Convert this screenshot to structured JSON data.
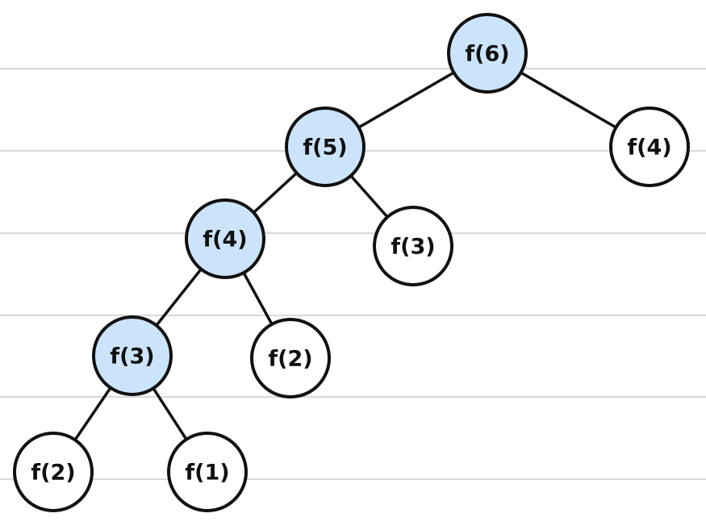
{
  "palette": {
    "highlight_fill": "#cce4fb",
    "plain_fill": "#ffffff",
    "stroke": "#111111",
    "ruled_line": "#d9d9d9"
  },
  "tree": {
    "nodes": [
      {
        "id": "n1",
        "label": "f(6)",
        "highlighted": true
      },
      {
        "id": "n2",
        "label": "f(5)",
        "highlighted": true
      },
      {
        "id": "n3",
        "label": "f(4)",
        "highlighted": false
      },
      {
        "id": "n4",
        "label": "f(4)",
        "highlighted": true
      },
      {
        "id": "n5",
        "label": "f(3)",
        "highlighted": false
      },
      {
        "id": "n6",
        "label": "f(3)",
        "highlighted": true
      },
      {
        "id": "n7",
        "label": "f(2)",
        "highlighted": false
      },
      {
        "id": "n8",
        "label": "f(2)",
        "highlighted": false
      },
      {
        "id": "n9",
        "label": "f(1)",
        "highlighted": false
      }
    ],
    "edges": [
      {
        "from": "n1",
        "to": "n2"
      },
      {
        "from": "n1",
        "to": "n3"
      },
      {
        "from": "n2",
        "to": "n4"
      },
      {
        "from": "n2",
        "to": "n5"
      },
      {
        "from": "n4",
        "to": "n6"
      },
      {
        "from": "n4",
        "to": "n7"
      },
      {
        "from": "n6",
        "to": "n8"
      },
      {
        "from": "n6",
        "to": "n9"
      }
    ]
  }
}
